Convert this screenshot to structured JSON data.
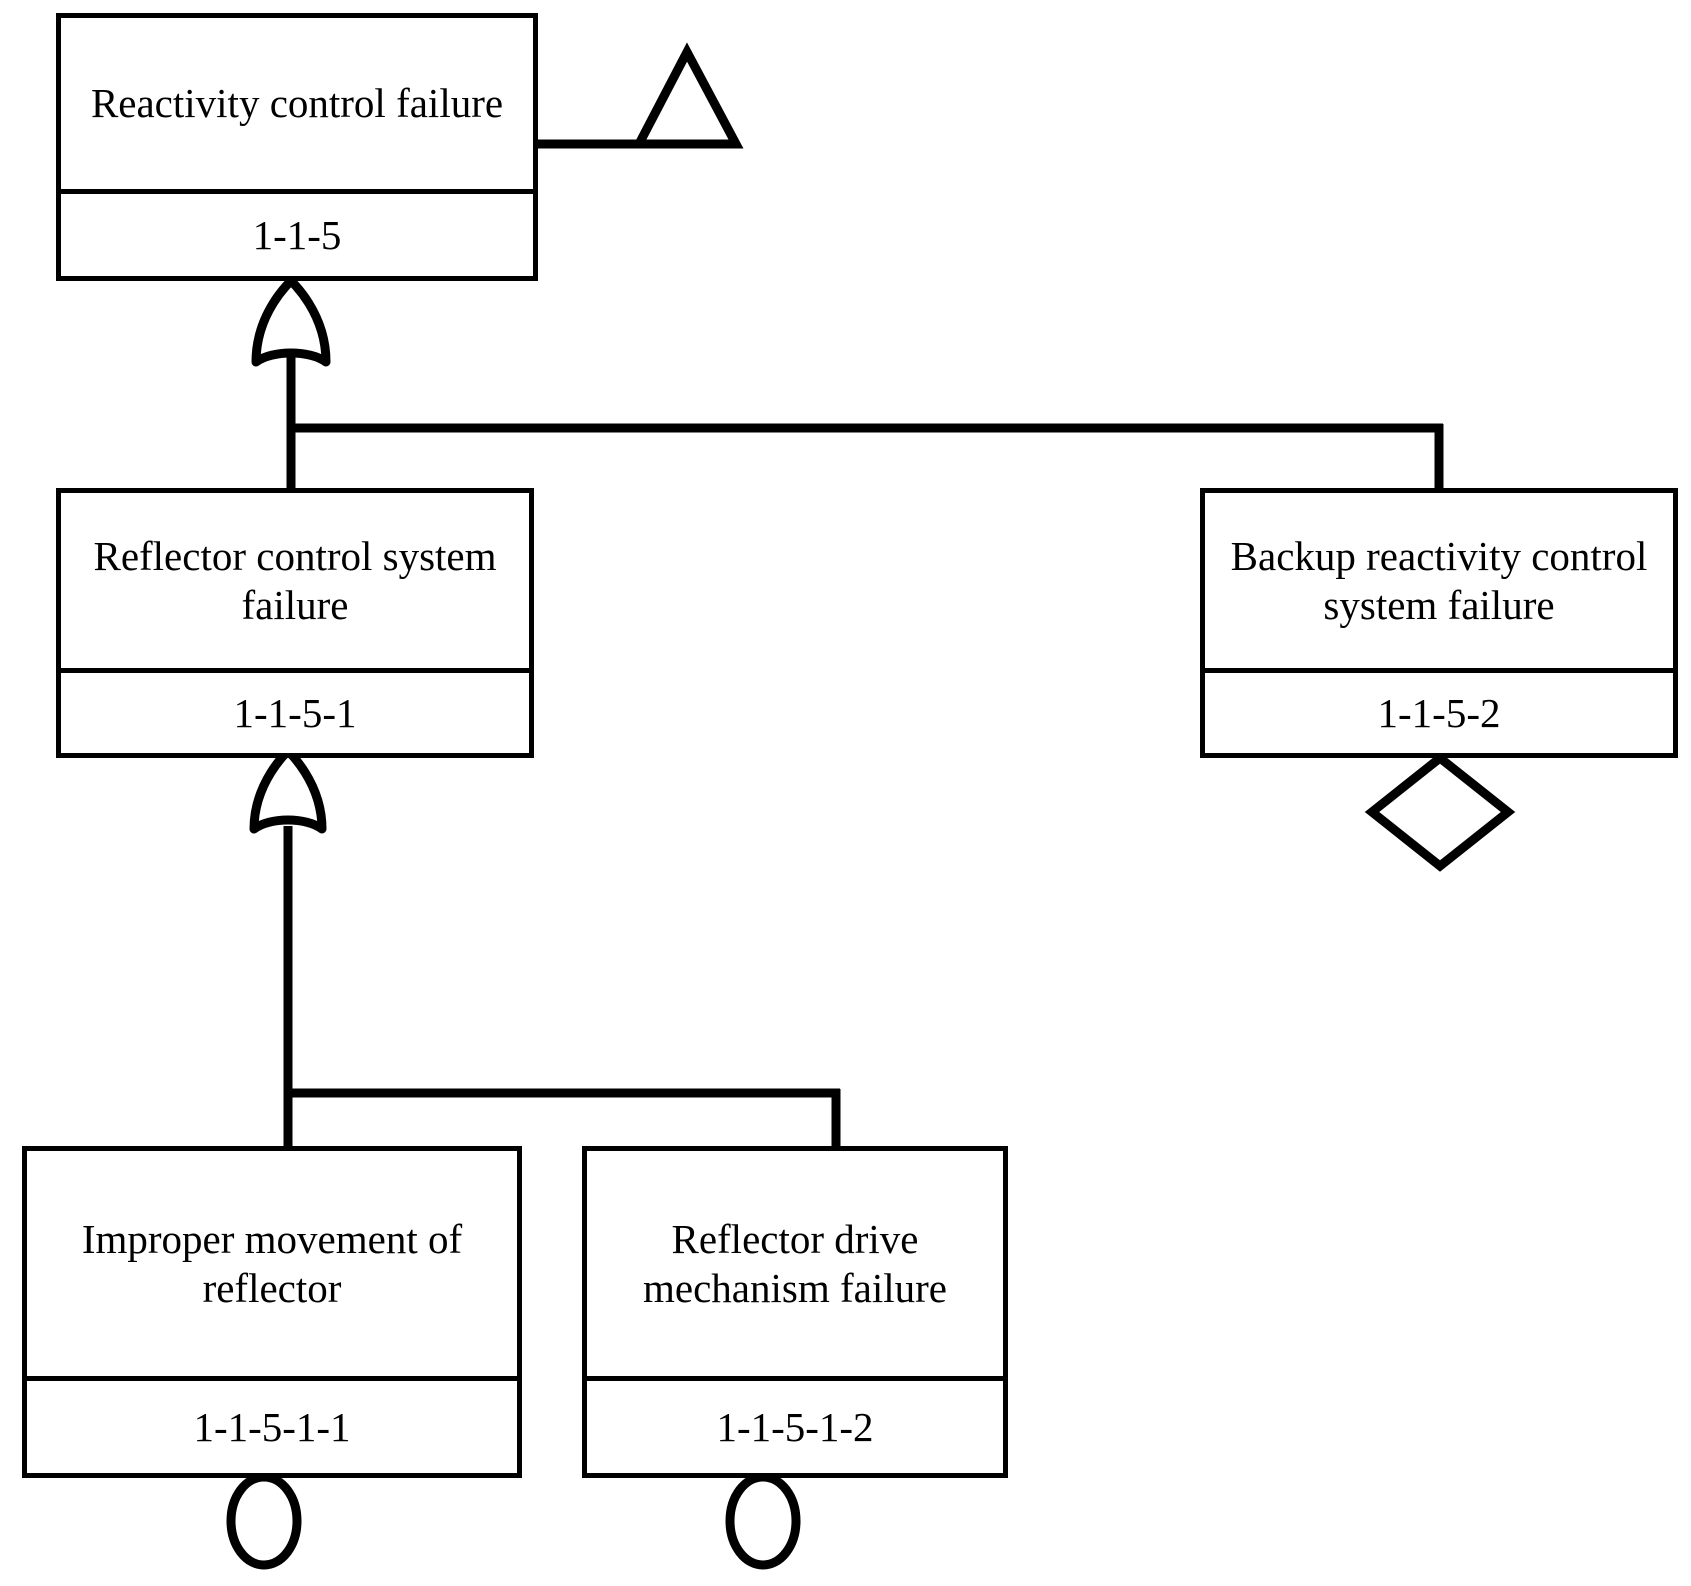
{
  "diagram": {
    "type": "fault-tree",
    "title": "Reactivity control failure fault tree",
    "colors": {
      "line": "#000000",
      "fill": "#ffffff",
      "text": "#000000"
    },
    "nodes": [
      {
        "id": "n-top",
        "label": "Reactivity control failure",
        "code": "1-1-5",
        "gate": "or",
        "symbol": "box"
      },
      {
        "id": "n-left",
        "label": "Reflector control system failure",
        "code": "1-1-5-1",
        "gate": "or",
        "symbol": "box"
      },
      {
        "id": "n-right",
        "label": "Backup reactivity control system failure",
        "code": "1-1-5-2",
        "gate": "none",
        "symbol": "diamond"
      },
      {
        "id": "n-bl",
        "label": "Improper movement of reflector",
        "code": "1-1-5-1-1",
        "gate": "none",
        "symbol": "circle"
      },
      {
        "id": "n-br",
        "label": "Reflector drive mechanism failure",
        "code": "1-1-5-1-2",
        "gate": "none",
        "symbol": "circle"
      }
    ],
    "symbols": [
      {
        "name": "transfer-in-triangle",
        "attached_to": "n-top",
        "meaning": "transfer symbol"
      },
      {
        "name": "or-gate",
        "attached_to": "n-top",
        "meaning": "OR gate"
      },
      {
        "name": "or-gate",
        "attached_to": "n-left",
        "meaning": "OR gate"
      },
      {
        "name": "undeveloped-diamond",
        "attached_to": "n-right",
        "meaning": "undeveloped event"
      },
      {
        "name": "basic-event-circle",
        "attached_to": "n-bl",
        "meaning": "basic event"
      },
      {
        "name": "basic-event-circle",
        "attached_to": "n-br",
        "meaning": "basic event"
      }
    ],
    "edges": [
      {
        "from": "n-top",
        "to": "n-left",
        "via": "or-gate"
      },
      {
        "from": "n-top",
        "to": "n-right",
        "via": "or-gate"
      },
      {
        "from": "n-left",
        "to": "n-bl",
        "via": "or-gate"
      },
      {
        "from": "n-left",
        "to": "n-br",
        "via": "or-gate"
      }
    ]
  }
}
